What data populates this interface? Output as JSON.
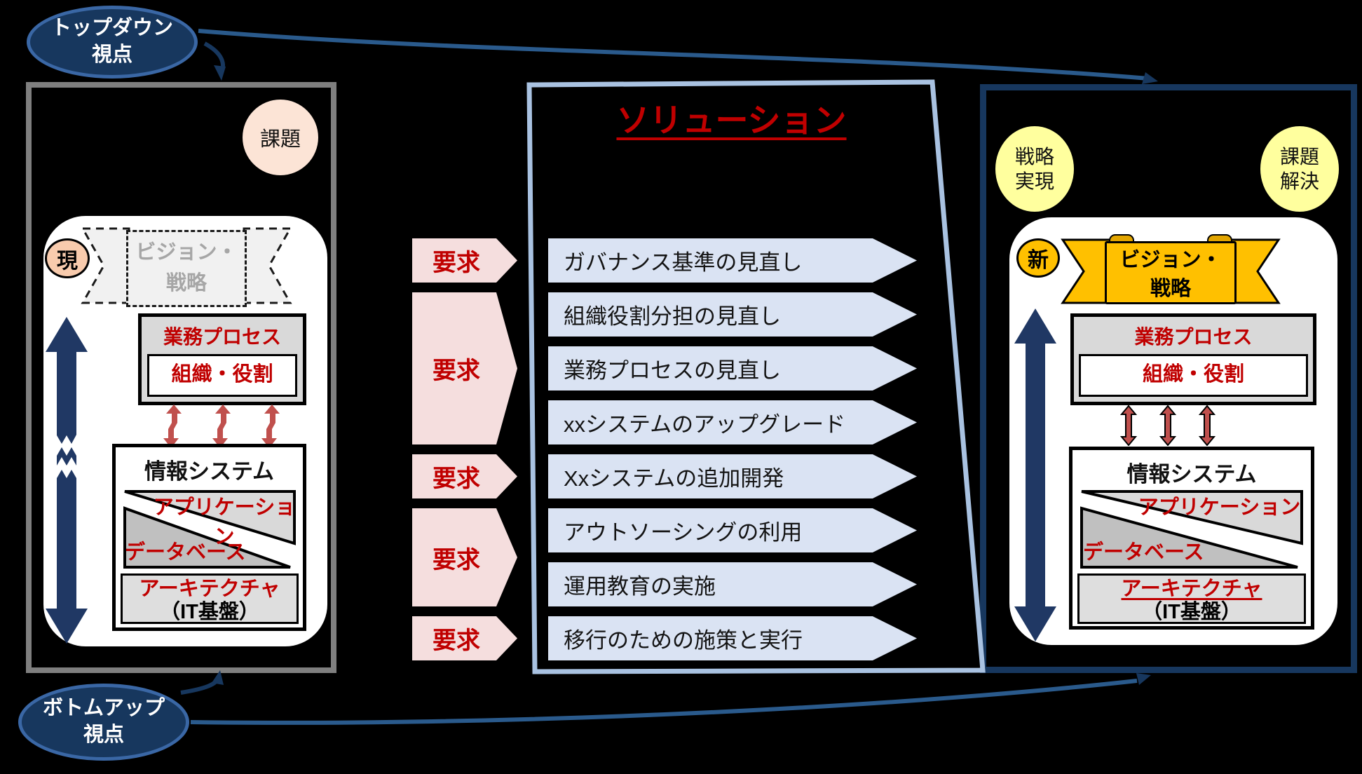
{
  "top_ellipse": {
    "line1": "トップダウン",
    "line2": "視点"
  },
  "bottom_ellipse": {
    "line1": "ボトムアップ",
    "line2": "視点"
  },
  "current_panel": {
    "state_badge": "現",
    "issue_badge": "課題",
    "vision_line1": "ビジョン・",
    "vision_line2": "戦略",
    "process_title": "業務プロセス",
    "org_role": "組織・役割",
    "system_title": "情報システム",
    "application": "アプリケーション",
    "database": "データベース",
    "architecture": "アーキテクチャ",
    "architecture_sub": "（IT基盤）"
  },
  "requests": {
    "labels": [
      "要求",
      "要求",
      "要求",
      "要求",
      "要求"
    ]
  },
  "solution": {
    "title": "ソリューション",
    "items": [
      "ガバナンス基準の見直し",
      "組織役割分担の見直し",
      "業務プロセスの見直し",
      "xxシステムのアップグレード",
      "Xxシステムの追加開発",
      "アウトソーシングの利用",
      "運用教育の実施",
      "移行のための施策と実行"
    ]
  },
  "new_panel": {
    "state_badge": "新",
    "strategy_badge_line1": "戦略",
    "strategy_badge_line2": "実現",
    "issue_badge_line1": "課題",
    "issue_badge_line2": "解決",
    "vision_line1": "ビジョン・",
    "vision_line2": "戦略",
    "process_title": "業務プロセス",
    "org_role": "組織・役割",
    "system_title": "情報システム",
    "application": "アプリケーション",
    "database": "データベース",
    "architecture": "アーキテクチャ",
    "architecture_sub": "（IT基盤）"
  },
  "colors": {
    "accent_red": "#C00000",
    "navy": "#17375E",
    "gold": "#FFC000",
    "request_pink": "#F5DEDE",
    "solution_item_blue": "#DAE3F3",
    "solution_border_blue": "#A9C2E1",
    "badge_yellow": "#FFFF9E",
    "badge_peach": "#FCE4D6",
    "badge_salmon": "#F8CBAD",
    "lightning_red": "#C0504D",
    "panel_gray_border": "#7F7F7F"
  }
}
